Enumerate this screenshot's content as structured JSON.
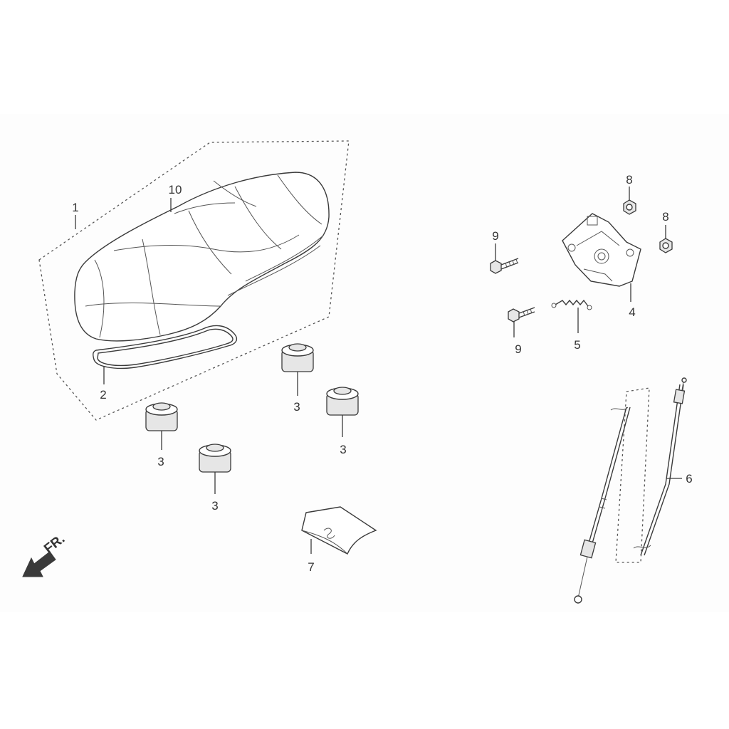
{
  "callouts": {
    "c1": "1",
    "c2": "2",
    "c3a": "3",
    "c3b": "3",
    "c3c": "3",
    "c3d": "3",
    "c4": "4",
    "c5": "5",
    "c6": "6",
    "c7": "7",
    "c8a": "8",
    "c8b": "8",
    "c9a": "9",
    "c9b": "9",
    "c10": "10"
  },
  "direction_label": "FR.",
  "icons": {
    "front_arrow": "front-direction-arrow-icon"
  }
}
